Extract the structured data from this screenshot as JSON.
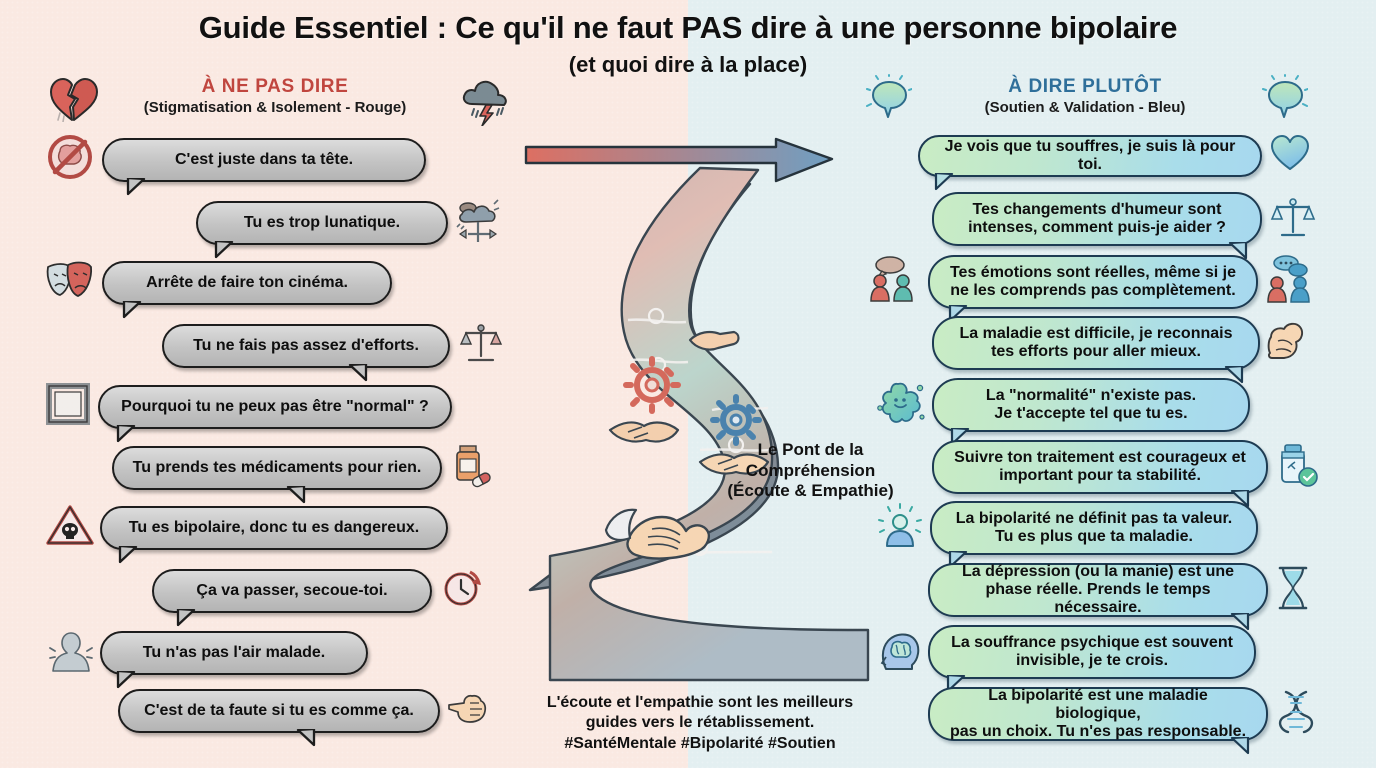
{
  "header": {
    "title": "Guide Essentiel : Ce qu'il ne faut PAS dire à une personne bipolaire",
    "subtitle": "(et quoi dire à la place)"
  },
  "left_column": {
    "heading": "À NE PAS DIRE",
    "subheading": "(Stigmatisation & Isolement - Rouge)",
    "accent_color": "#c0463f",
    "background_color": "#fae9e2",
    "bubble_fill": "#c8c8c8",
    "header_icons": [
      "broken-heart-icon",
      "storm-cloud-icon"
    ],
    "items": [
      {
        "text": "C'est juste dans ta tête.",
        "icon": "no-brain-icon",
        "icon_side": "left"
      },
      {
        "text": "Tu es trop lunatique.",
        "icon": "cloud-weathervane-icon",
        "icon_side": "right"
      },
      {
        "text": "Arrête de faire ton cinéma.",
        "icon": "theatre-masks-icon",
        "icon_side": "left"
      },
      {
        "text": "Tu ne fais pas assez d'efforts.",
        "icon": "scales-icon",
        "icon_side": "right"
      },
      {
        "text": "Pourquoi tu ne peux pas être \"normal\" ?",
        "icon": "empty-frame-icon",
        "icon_side": "left"
      },
      {
        "text": "Tu prends tes médicaments pour rien.",
        "icon": "pill-bottle-icon",
        "icon_side": "right"
      },
      {
        "text": "Tu es bipolaire, donc tu es dangereux.",
        "icon": "skull-warning-icon",
        "icon_side": "left"
      },
      {
        "text": "Ça va passer, secoue-toi.",
        "icon": "clock-icon",
        "icon_side": "right"
      },
      {
        "text": "Tu n'as pas l'air malade.",
        "icon": "silhouette-person-icon",
        "icon_side": "left"
      },
      {
        "text": "C'est de ta faute si tu es comme ça.",
        "icon": "pointing-finger-icon",
        "icon_side": "right"
      }
    ]
  },
  "right_column": {
    "heading": "À DIRE PLUTÔT",
    "subheading": "(Soutien & Validation - Bleu)",
    "accent_color": "#2f6f9a",
    "background_color": "#e3eff1",
    "bubble_fill": "#b6e3da",
    "header_icons": [
      "speech-bubble-shine-icon",
      "speech-bubble-shine-icon"
    ],
    "items": [
      {
        "text": "Je vois que tu souffres, je suis là pour toi.",
        "icon": "heart-icon",
        "icon_side": "right"
      },
      {
        "text": "Tes changements d'humeur sont\nintenses, comment puis-je aider ?",
        "icon": "scales-icon",
        "icon_side": "right"
      },
      {
        "text": "Tes émotions sont réelles, même si je\nne les comprends pas complètement.",
        "icon": "two-people-talking-icon",
        "icon_side": "both"
      },
      {
        "text": "La maladie est difficile, je reconnais\ntes efforts pour aller mieux.",
        "icon": "flexed-arm-icon",
        "icon_side": "right"
      },
      {
        "text": "La \"normalité\" n'existe pas.\nJe t'accepte tel que tu es.",
        "icon": "paint-splat-smile-icon",
        "icon_side": "left"
      },
      {
        "text": "Suivre ton traitement est courageux et\nimportant pour ta stabilité.",
        "icon": "medicine-bottle-check-icon",
        "icon_side": "right"
      },
      {
        "text": "La bipolarité ne définit pas ta valeur.\nTu es plus que ta maladie.",
        "icon": "shining-person-icon",
        "icon_side": "left"
      },
      {
        "text": "La dépression (ou la manie) est une\nphase réelle. Prends le temps nécessaire.",
        "icon": "hourglass-icon",
        "icon_side": "right"
      },
      {
        "text": "La souffrance psychique est souvent\ninvisible, je te crois.",
        "icon": "head-brain-icon",
        "icon_side": "left"
      },
      {
        "text": "La bipolarité est une maladie biologique,\npas un choix. Tu n'es pas responsable.",
        "icon": "dna-icon",
        "icon_side": "right"
      }
    ]
  },
  "center": {
    "arrow": {
      "name": "gradient-arrow-right",
      "from_color": "#d96a60",
      "to_color": "#6a9cc0"
    },
    "bridge_label": "Le Pont de la\nCompréhension\n(Écoute & Empathie)",
    "bridge_icons": [
      "handshake-icon",
      "gear-icon",
      "helping-hands-icon"
    ],
    "footer": "L'écoute et l'empathie sont les meilleurs\nguides vers le rétablissement.\n#SantéMentale #Bipolarité #Soutien"
  }
}
